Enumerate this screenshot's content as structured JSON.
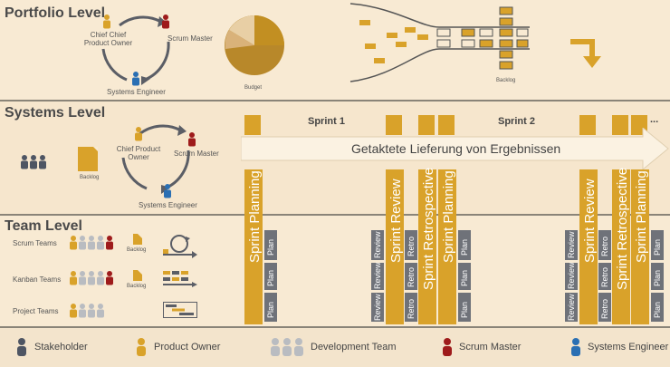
{
  "levels": {
    "portfolio": "Portfolio Level",
    "systems": "Systems Level",
    "team": "Team Level"
  },
  "portfolio": {
    "cpo_label": "Chief Chief Product Owner",
    "sm_label": "Scrum Master",
    "se_label": "Systems Engineer",
    "budget_label": "Budget",
    "backlog_label": "Backlog"
  },
  "systems": {
    "backlog_label": "Backlog",
    "cpo_label": "Chief Product Owner",
    "sm_label": "Scrum Master",
    "se_label": "Systems Engineer",
    "sprint1": "Sprint 1",
    "sprint2": "Sprint 2",
    "ellipsis": "...",
    "delivery": "Getaktete Lieferung von Ergebnissen"
  },
  "team": {
    "scrum_teams": "Scrum Teams",
    "kanban_teams": "Kanban Teams",
    "project_teams": "Project Teams",
    "backlog": "Backlog"
  },
  "events": {
    "sprint_planning": "Sprint Planning",
    "sprint_review": "Sprint Review",
    "sprint_retrospective": "Sprint Retrospective",
    "review": "Review",
    "retro": "Retro",
    "plan": "Plan"
  },
  "legend": {
    "stakeholder": "Stakeholder",
    "product_owner": "Product Owner",
    "development_team": "Development Team",
    "scrum_master": "Scrum Master",
    "systems_engineer": "Systems Engineer"
  },
  "colors": {
    "gold": "#d9a22a",
    "red": "#9e1b1b",
    "blue": "#2a6fb3",
    "dark": "#4e5563",
    "gray": "#b9bcc1"
  }
}
